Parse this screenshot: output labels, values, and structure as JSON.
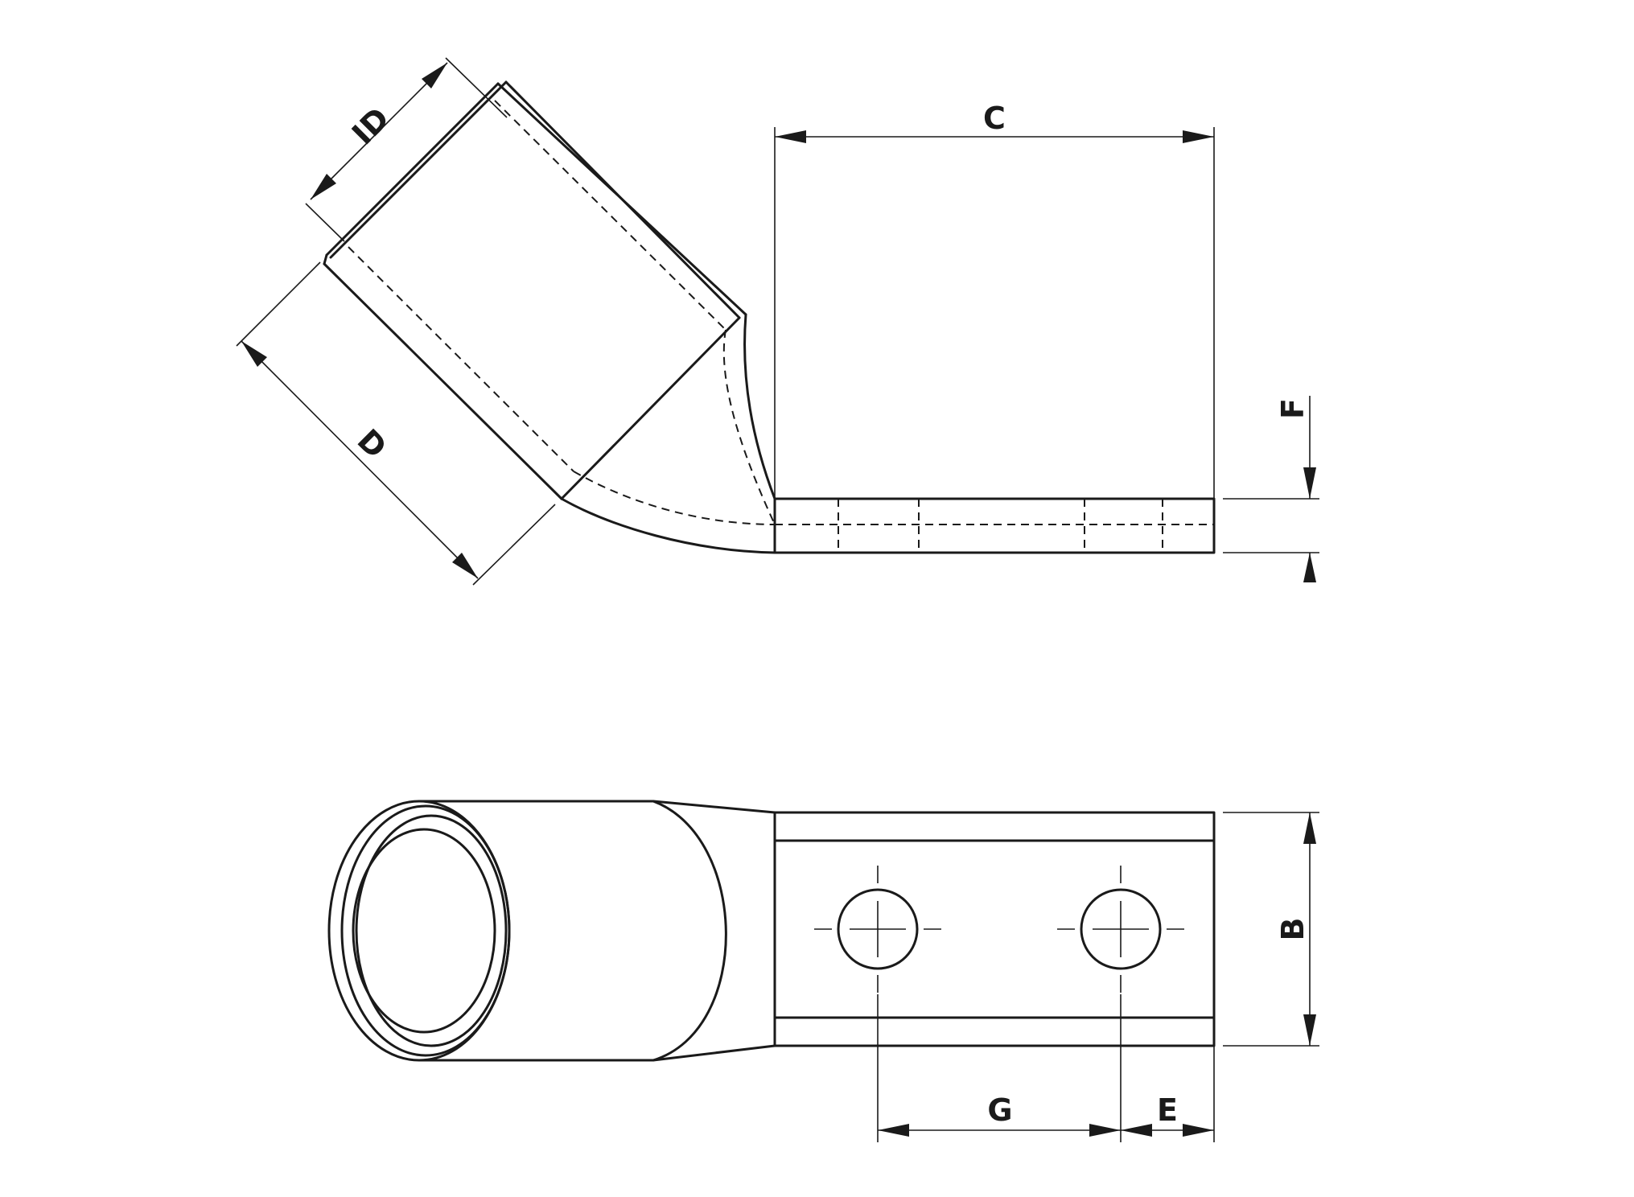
{
  "labels": {
    "id": "ID",
    "d": "D",
    "c": "C",
    "f": "F",
    "b": "B",
    "g": "G",
    "e": "E"
  },
  "colors": {
    "line": "#1a1a1a",
    "background": "#ffffff"
  }
}
